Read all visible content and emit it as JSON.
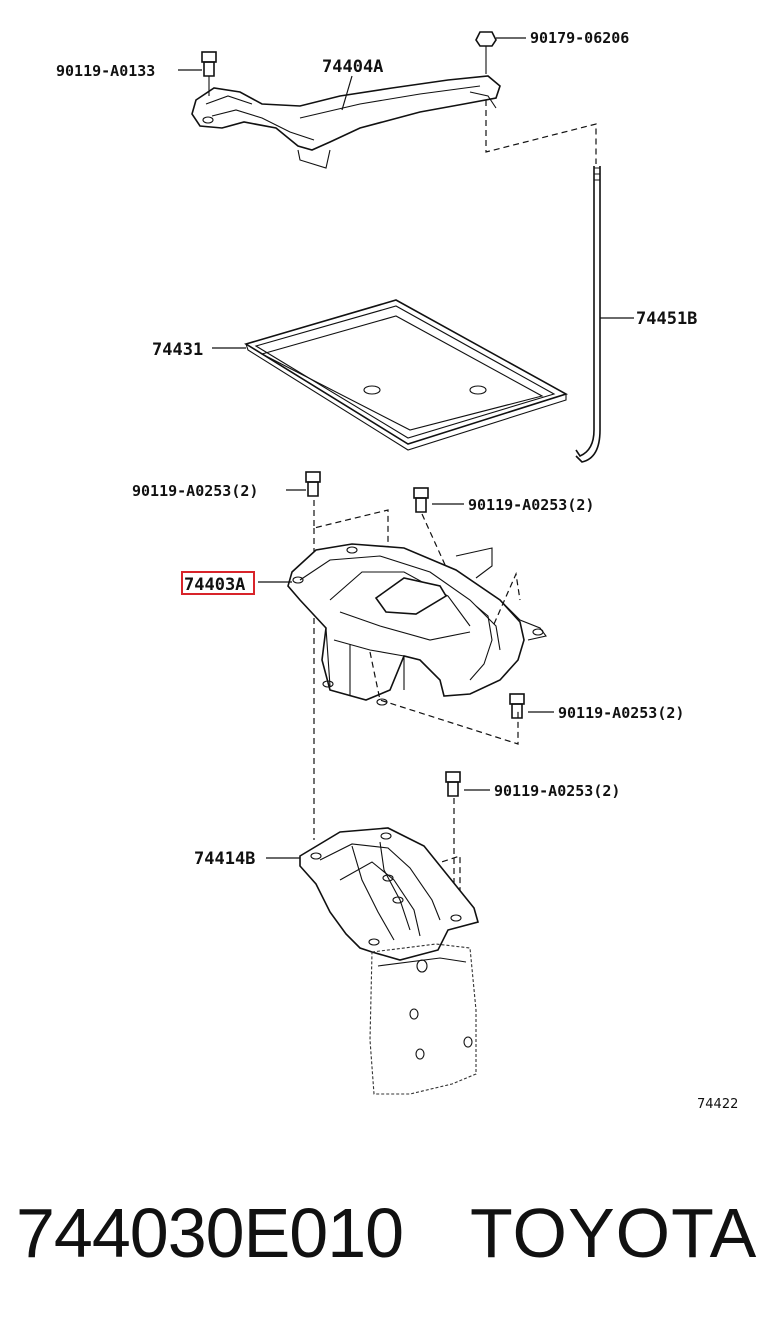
{
  "diagram": {
    "labels": {
      "bolt_top_left": "90119-A0133",
      "clamp": "74404A",
      "nut_top_right": "90179-06206",
      "rod": "74451B",
      "tray": "74431",
      "bolt_left_mid": "90119-A0253(2)",
      "bolt_right_mid": "90119-A0253(2)",
      "carrier": "74403A",
      "bolt_lower_right": "90119-A0253(2)",
      "bolt_lower": "90119-A0253(2)",
      "bracket": "74414B",
      "figure_ref": "74422"
    },
    "highlight_color": "#d8242a"
  },
  "caption": {
    "part_number": "744030E010",
    "brand": "TOYOTA"
  }
}
